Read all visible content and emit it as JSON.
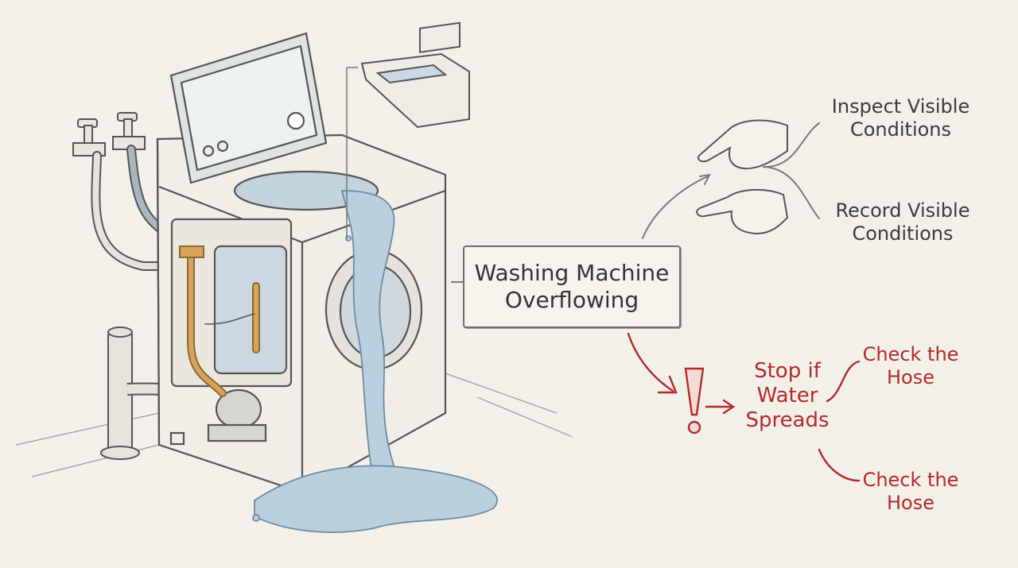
{
  "diagram": {
    "main_node": {
      "line1": "Washing Machine",
      "line2": "Overflowing"
    },
    "branch_inspect": {
      "line1": "Inspect Visible",
      "line2": "Conditions"
    },
    "branch_record": {
      "line1": "Record Visible",
      "line2": "Conditions"
    },
    "warning_node": {
      "line1": "Stop if",
      "line2": "Water",
      "line3": "Spreads"
    },
    "warning_branch_top": {
      "line1": "Check the",
      "line2": "Hose"
    },
    "warning_branch_bottom": {
      "line1": "Check the",
      "line2": "Hose"
    }
  },
  "colors": {
    "ink": "#3b3b3b",
    "warning": "#b22a2a",
    "water": "#a9c4d8",
    "copper": "#d9a35a",
    "paper": "#f3f0e9"
  },
  "icons": [
    "faucet-icon",
    "hose-icon",
    "pointing-hand-icon",
    "exclamation-icon",
    "detergent-drawer-icon"
  ]
}
